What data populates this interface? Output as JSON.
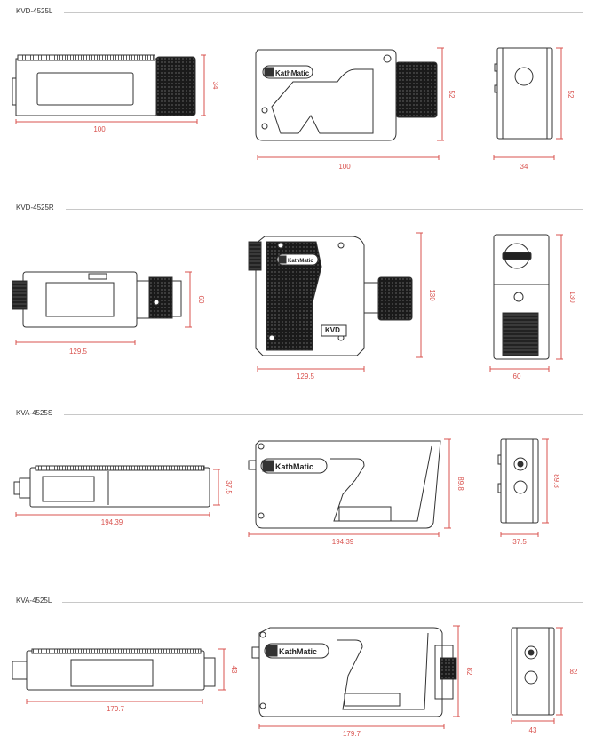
{
  "sections": [
    {
      "title": "KVD-4525L",
      "dims": {
        "side_width": "100",
        "side_height": "34",
        "front_width": "100",
        "front_height": "52",
        "end_width": "34",
        "end_height": "52"
      }
    },
    {
      "title": "KVD-4525R",
      "dims": {
        "side_width": "129.5",
        "side_height": "60",
        "front_width": "129.5",
        "front_height": "130",
        "end_width": "60",
        "end_height": "130"
      }
    },
    {
      "title": "KVA-4525S",
      "dims": {
        "side_width": "194.39",
        "side_height": "37.5",
        "front_width": "194.39",
        "front_height": "89.8",
        "end_width": "37.5",
        "end_height": "89.8"
      }
    },
    {
      "title": "KVA-4525L",
      "dims": {
        "side_width": "179.7",
        "side_height": "43",
        "front_width": "179.7",
        "front_height": "82",
        "end_width": "43",
        "end_height": "82"
      }
    }
  ],
  "brand_label": "KathMatic",
  "badge_label": "KVD",
  "colors": {
    "dimension": "#d9534f",
    "outline": "#333333",
    "divider": "#c8c8c8"
  }
}
